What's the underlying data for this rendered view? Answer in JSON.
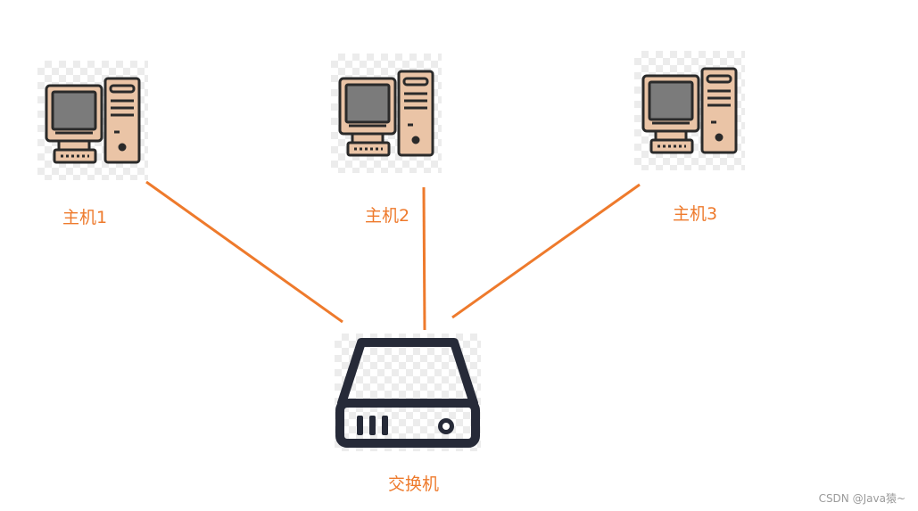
{
  "diagram": {
    "hosts": [
      {
        "label": "主机1",
        "icon": "desktop-computer-icon"
      },
      {
        "label": "主机2",
        "icon": "desktop-computer-icon"
      },
      {
        "label": "主机3",
        "icon": "desktop-computer-icon"
      }
    ],
    "switch": {
      "label": "交换机",
      "icon": "network-switch-icon"
    },
    "colors": {
      "link": "#ee7a2c",
      "label": "#ee7a2c",
      "pc_body": "#eac4a6",
      "pc_outline": "#2a2a2a",
      "pc_screen": "#7b7b7b",
      "switch_outline": "#262a38"
    }
  },
  "watermark": "CSDN @Java猿~"
}
